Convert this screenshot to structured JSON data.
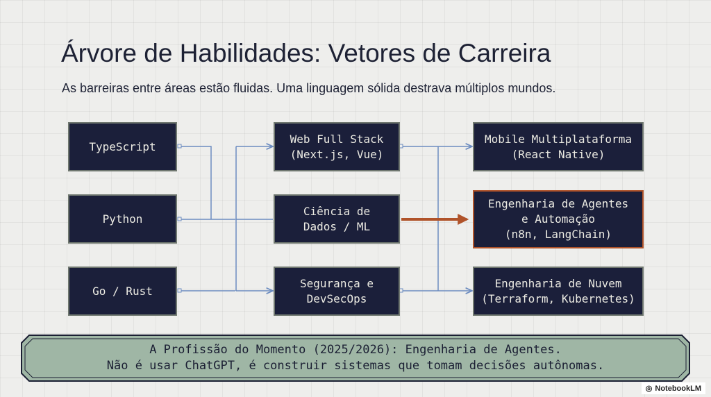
{
  "title": "Árvore de Habilidades: Vetores de Carreira",
  "subtitle": "As barreiras entre áreas estão fluidas. Uma linguagem sólida destrava múltiplos mundos.",
  "languages": [
    {
      "label": "TypeScript"
    },
    {
      "label": "Python"
    },
    {
      "label": "Go / Rust"
    }
  ],
  "areas": [
    {
      "label": "Web Full Stack\n(Next.js, Vue)"
    },
    {
      "label": "Ciência de\nDados / ML"
    },
    {
      "label": "Segurança e\nDevSecOps"
    }
  ],
  "careers": [
    {
      "label": "Mobile Multiplataforma\n(React Native)"
    },
    {
      "label": "Engenharia de Agentes\ne Automação\n(n8n, LangChain)"
    },
    {
      "label": "Engenharia de Nuvem\n(Terraform, Kubernetes)"
    }
  ],
  "banner": {
    "line1": "A Profissão do Momento (2025/2026): Engenharia de Agentes.",
    "line2": "Não é usar ChatGPT, é construir sistemas que tomam decisões autônomas."
  },
  "brand": {
    "label": "NotebookLM"
  },
  "colors": {
    "node_bg": "#1b1f3a",
    "node_border": "#6f776f",
    "highlight": "#b0532a",
    "wire": "#6c8cc0",
    "banner_bg": "#9fb6a5",
    "background": "#eeeeec"
  }
}
